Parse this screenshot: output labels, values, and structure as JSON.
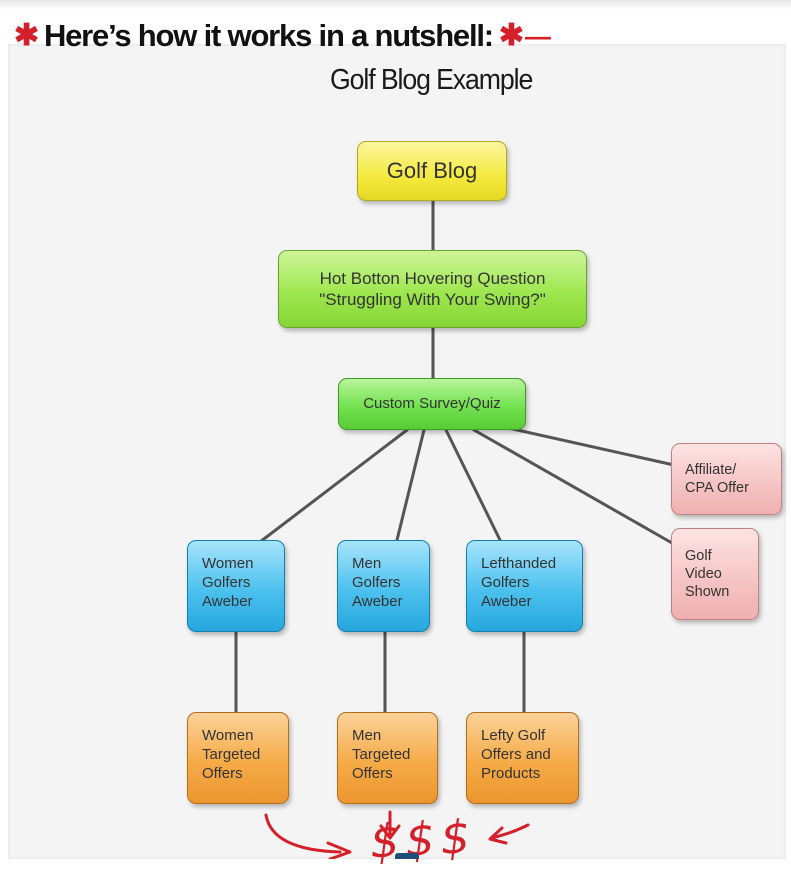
{
  "header": {
    "title": "Here’s how it works in a nutshell:",
    "subtitle": "Golf Blog Example"
  },
  "colors": {
    "accent_red": "#d4202a",
    "node_yellow": "#f4ea3e",
    "node_green": "#9ee74f",
    "node_pink": "#f5c3c3",
    "node_blue": "#4cc1ee",
    "node_orange": "#f5ab47"
  },
  "nodes": {
    "golf_blog": {
      "lines": [
        "Golf Blog"
      ]
    },
    "hover_question": {
      "lines": [
        "Hot Botton Hovering Question",
        "\"Struggling With Your Swing?\""
      ]
    },
    "survey": {
      "lines": [
        "Custom Survey/Quiz"
      ]
    },
    "affiliate": {
      "lines": [
        "Affiliate/",
        "CPA Offer"
      ]
    },
    "video": {
      "lines": [
        "Golf",
        "Video",
        "Shown"
      ]
    },
    "women_aweber": {
      "lines": [
        "Women",
        "Golfers",
        "Aweber"
      ]
    },
    "men_aweber": {
      "lines": [
        "Men",
        "Golfers",
        "Aweber"
      ]
    },
    "lefty_aweber": {
      "lines": [
        "Lefthanded",
        "Golfers",
        "Aweber"
      ]
    },
    "women_offers": {
      "lines": [
        "Women",
        "Targeted",
        "Offers"
      ]
    },
    "men_offers": {
      "lines": [
        "Men",
        "Targeted",
        "Offers"
      ]
    },
    "lefty_offers": {
      "lines": [
        "Lefty Golf",
        "Offers and",
        "Products"
      ]
    }
  },
  "footer": {
    "money": "$$$"
  }
}
